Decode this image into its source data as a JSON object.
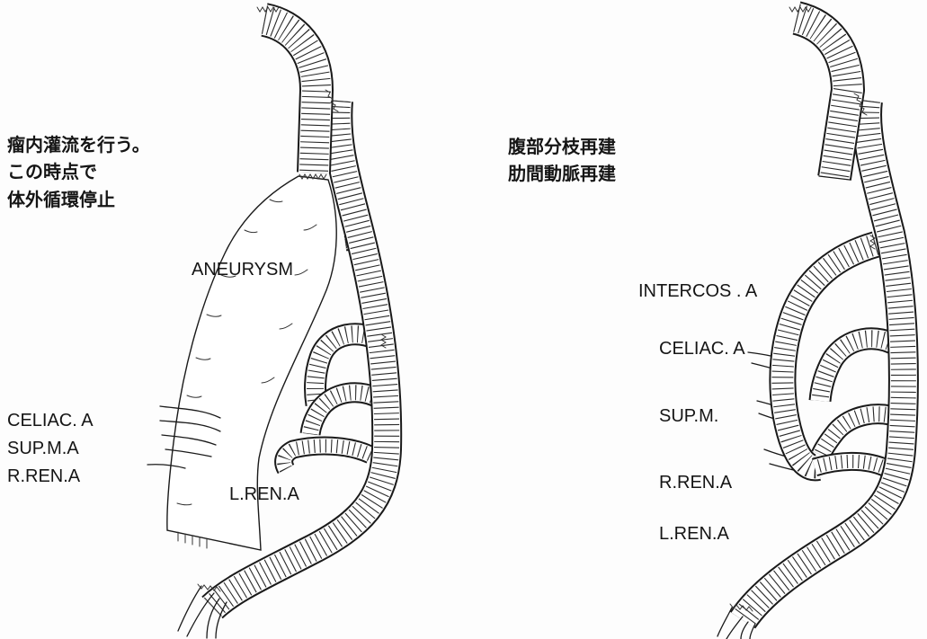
{
  "left_panel": {
    "notes": [
      "瘤内灌流を行う。",
      "この時点で",
      "体外循環停止"
    ],
    "labels": {
      "aneurysm": "ANEURYSM",
      "celiac": "CELIAC. A",
      "sup_m": "SUP.M.A",
      "r_ren": "R.REN.A",
      "l_ren": "L.REN.A"
    }
  },
  "right_panel": {
    "notes": [
      "腹部分枝再建",
      "肋間動脈再建"
    ],
    "labels": {
      "intercos": "INTERCOS . A",
      "celiac": "CELIAC. A",
      "sup_m": "SUP.M.",
      "r_ren": "R.REN.A",
      "l_ren": "L.REN.A"
    }
  }
}
